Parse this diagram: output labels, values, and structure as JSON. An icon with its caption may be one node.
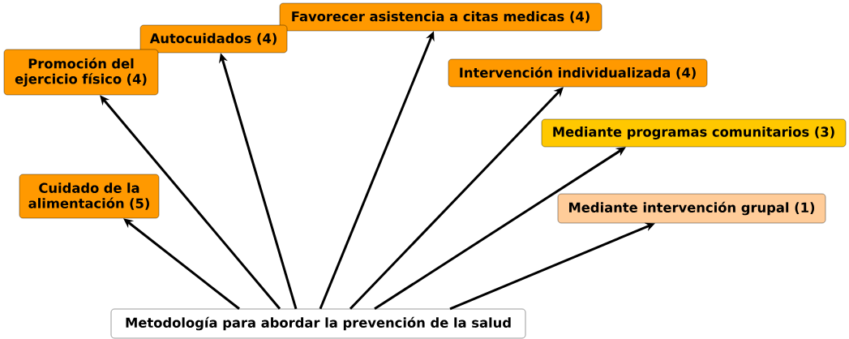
{
  "diagram": {
    "nodes": [
      {
        "text": [
          "Favorecer asistencia a citas medicas (4)"
        ]
      },
      {
        "text": [
          "Autocuidados (4)"
        ]
      },
      {
        "text": [
          "Promoción del ejercicio físico (4)"
        ]
      },
      {
        "text": [
          "Intervención individualizada (4)"
        ]
      },
      {
        "text": [
          "Mediante programas comunitarios (3)"
        ]
      },
      {
        "text": [
          "Cuidado de la alimentación (5)"
        ]
      },
      {
        "text": [
          "Mediante intervención grupal (1)"
        ]
      },
      {
        "text": [
          "Metodología para abordar la prevención de la salud"
        ]
      }
    ],
    "edges": [
      {
        "from": 7,
        "to": 0,
        "arrow": "to"
      },
      {
        "from": 7,
        "to": 1,
        "arrow": "to"
      },
      {
        "from": 7,
        "to": 2,
        "arrow": "to"
      },
      {
        "from": 7,
        "to": 3,
        "arrow": "to"
      },
      {
        "from": 7,
        "to": 4,
        "arrow": "to"
      },
      {
        "from": 7,
        "to": 5,
        "arrow": "to"
      },
      {
        "from": 7,
        "to": 6,
        "arrow": "to"
      }
    ]
  }
}
